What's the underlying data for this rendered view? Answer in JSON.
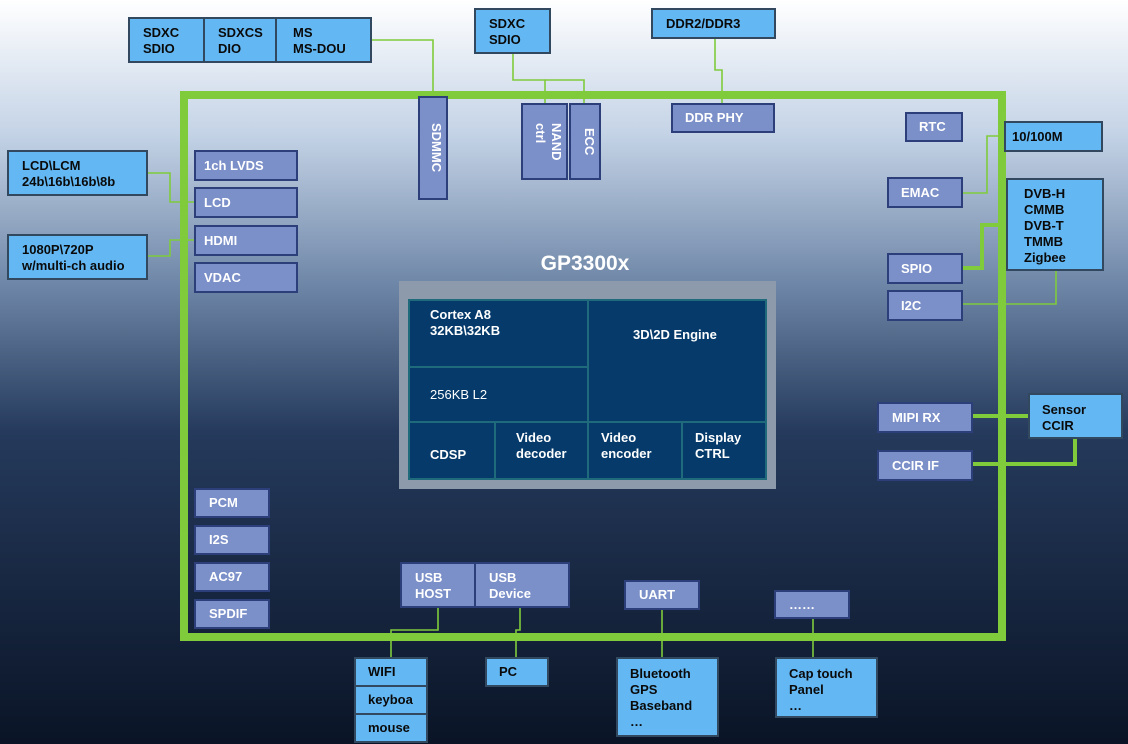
{
  "chip": {
    "title": "GP3300x",
    "core_blocks": {
      "cortex": "Cortex A8\n32KB\\32KB",
      "engine": "3D\\2D Engine",
      "l2": "256KB L2",
      "cdsp": "CDSP",
      "video_decoder": "Video\ndecoder",
      "video_encoder": "Video\nencoder",
      "display_ctrl": "Display\nCTRL"
    }
  },
  "internal_blocks": {
    "lvds": "1ch LVDS",
    "lcd": "LCD",
    "hdmi": "HDMI",
    "vdac": "VDAC",
    "sdmmc": "SDMMC",
    "nand_ctrl": "NAND\nctrl",
    "ecc": "ECC",
    "ddr_phy": "DDR PHY",
    "rtc": "RTC",
    "emac": "EMAC",
    "spio": "SPIO",
    "i2c": "I2C",
    "mipi_rx": "MIPI RX",
    "ccir_if": "CCIR IF",
    "pcm": "PCM",
    "i2s": "I2S",
    "ac97": "AC97",
    "spdif": "SPDIF",
    "usb_host": "USB\nHOST",
    "usb_device": "USB\nDevice",
    "uart": "UART",
    "ellipsis": "……"
  },
  "external_blocks": {
    "sdxc_sdio_1": "SDXC\nSDIO",
    "sdxcs_dio": "SDXCS\nDIO",
    "ms_msdou": "MS\nMS-DOU",
    "sdxc_sdio_2": "SDXC\nSDIO",
    "ddr": "DDR2/DDR3",
    "lcd_lcm": "LCD\\LCM\n24b\\16b\\16b\\8b",
    "hdmi_out": "1080P\\720P\nw/multi-ch audio",
    "eth": "10/100M",
    "dvb": "DVB-H\nCMMB\nDVB-T\nTMMB\nZigbee",
    "sensor": "Sensor\nCCIR",
    "wifi": "WIFI",
    "keyboard": "keyboa",
    "mouse": "mouse",
    "pc": "PC",
    "bluetooth": "Bluetooth\nGPS\nBaseband\n…",
    "cap_touch": "Cap touch\nPanel\n…"
  },
  "colors": {
    "chip_border": "#7fcb3c",
    "external_fill": "#63b8f4",
    "internal_fill": "#7b8fc8",
    "core_fill": "#053a6a",
    "core_frame": "#8c9aab"
  }
}
